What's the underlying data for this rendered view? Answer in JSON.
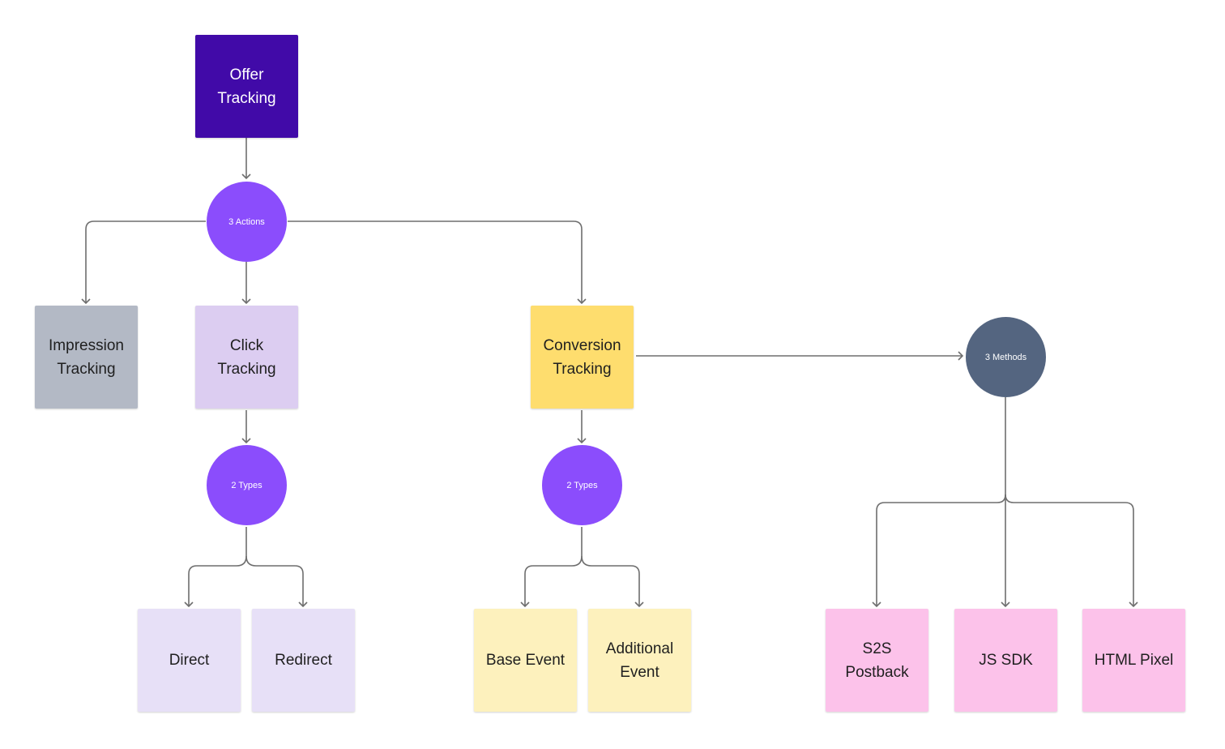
{
  "colors": {
    "connector": "#6e6e6e",
    "offer_box": "#410aa8",
    "purple_circle": "#8b4dfc",
    "methods_circle": "#546580",
    "impression_box": "#b3b9c5",
    "click_box": "#dccdf1",
    "conversion_box": "#fedd6e",
    "click_type_box": "#e7e0f7",
    "conversion_type_box": "#fdf1bd",
    "method_box": "#fcc2ea"
  },
  "nodes": {
    "offer_tracking": "Offer\nTracking",
    "actions": "3 Actions",
    "impression_tracking": "Impression\nTracking",
    "click_tracking": "Click\nTracking",
    "conversion_tracking": "Conversion\nTracking",
    "methods": "3 Methods",
    "click_types": "2 Types",
    "conversion_types": "2 Types",
    "direct": "Direct",
    "redirect": "Redirect",
    "base_event": "Base Event",
    "additional_event": "Additional\nEvent",
    "s2s_postback": "S2S\nPostback",
    "js_sdk": "JS SDK",
    "html_pixel": "HTML Pixel"
  }
}
